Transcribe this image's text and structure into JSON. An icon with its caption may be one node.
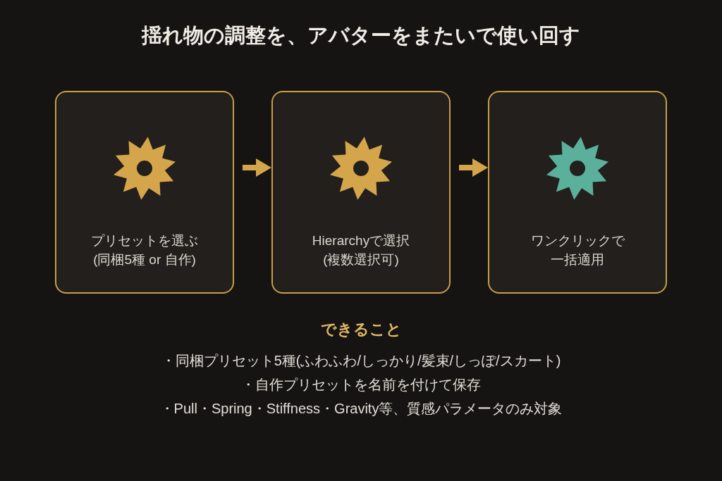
{
  "diagram": {
    "title": "揺れ物の調整を、アバターをまたいで使い回す",
    "nodes": [
      {
        "text": [
          "プリセットを選ぶ",
          "(同梱5種 or 自作)"
        ]
      },
      {
        "text": [
          "Hierarchyで選択",
          "(複数選択可)"
        ]
      },
      {
        "text": [
          "ワンクリックで一括適用"
        ]
      }
    ],
    "edges": [
      {
        "from": 0,
        "to": 1,
        "arrow": "to"
      },
      {
        "from": 1,
        "to": 2,
        "arrow": "to"
      }
    ],
    "labels": [
      "できること",
      "・同梱プリセット5種(ふわふわ/しっかり/髪束/しっぽ/スカート)",
      "・自作プリセットを名前を付けて保存",
      "・Pull・Spring・Stiffness・Gravity等、質感パラメータのみ対象"
    ]
  }
}
